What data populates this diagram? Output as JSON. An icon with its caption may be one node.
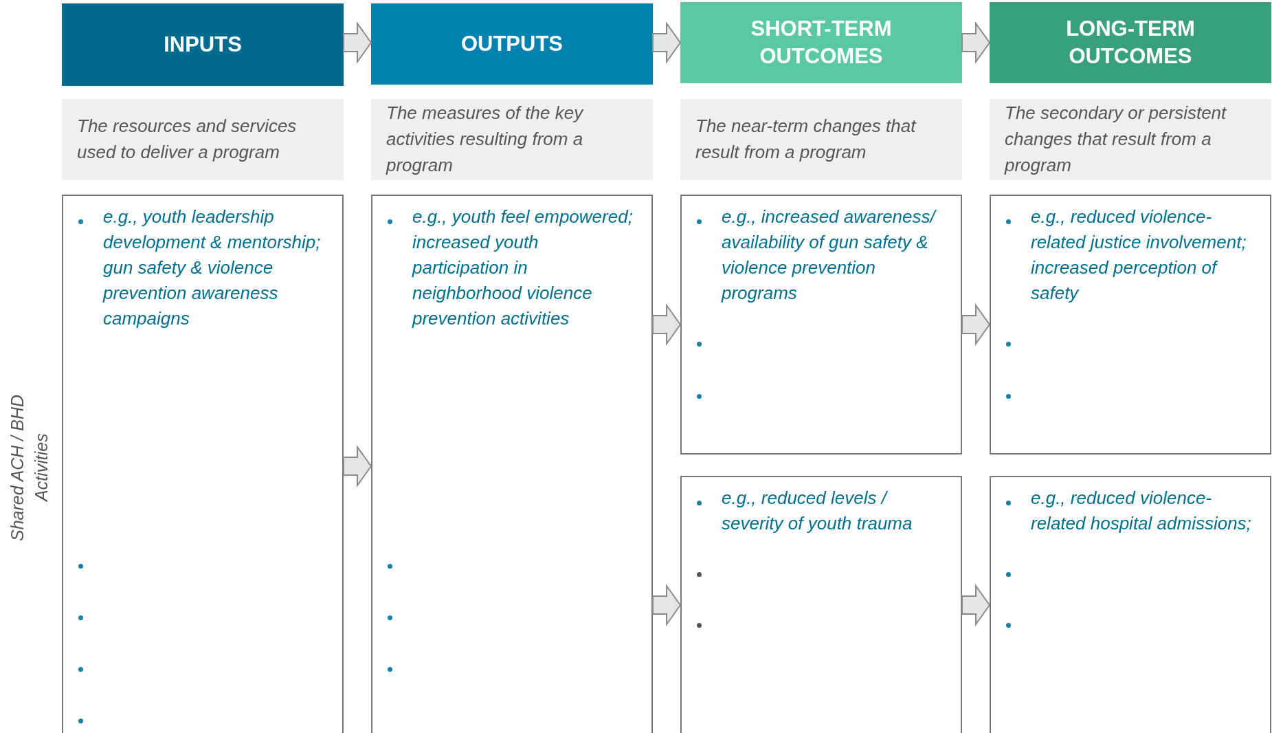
{
  "diagram": {
    "nodes": [
      {
        "text": [
          "INPUTS"
        ]
      },
      {
        "text": [
          "OUTPUTS"
        ]
      },
      {
        "text": [
          "SHORT-TERM OUTCOMES"
        ]
      },
      {
        "text": [
          "LONG-TERM OUTCOMES"
        ]
      },
      {
        "text": [
          "The resources and services used to deliver a program"
        ]
      },
      {
        "text": [
          "The measures of the key activities resulting from a program"
        ]
      },
      {
        "text": [
          "The near-term changes that result from a program"
        ]
      },
      {
        "text": [
          "The secondary or persistent changes that result from a program"
        ]
      },
      {
        "text": [
          "e.g., youth leadership development & mentorship; gun safety & violence prevention awareness campaigns"
        ]
      },
      {
        "text": [
          "e.g., youth feel empowered; increased youth participation in neighborhood violence prevention activities"
        ]
      },
      {
        "text": [
          "e.g., increased awareness/ availability of gun safety & violence prevention programs"
        ]
      },
      {
        "text": [
          "e.g., reduced violence-related justice involvement; increased perception of safety"
        ]
      },
      {
        "text": [
          "e.g., reduced levels / severity of youth trauma"
        ]
      },
      {
        "text": [
          "e.g., reduced violence-related hospital admissions;"
        ]
      }
    ],
    "edges": [
      {
        "from": 0,
        "to": 1,
        "arrow": "to"
      },
      {
        "from": 1,
        "to": 2,
        "arrow": "to"
      },
      {
        "from": 2,
        "to": 3,
        "arrow": "to"
      },
      {
        "from": 8,
        "to": 9,
        "arrow": "to"
      },
      {
        "from": 9,
        "to": 10,
        "arrow": "to"
      },
      {
        "from": 9,
        "to": 12,
        "arrow": "to"
      },
      {
        "from": 10,
        "to": 11,
        "arrow": "to"
      },
      {
        "from": 12,
        "to": 13,
        "arrow": "to"
      }
    ],
    "labels": [
      "Shared ACH / BHD Activities"
    ]
  }
}
